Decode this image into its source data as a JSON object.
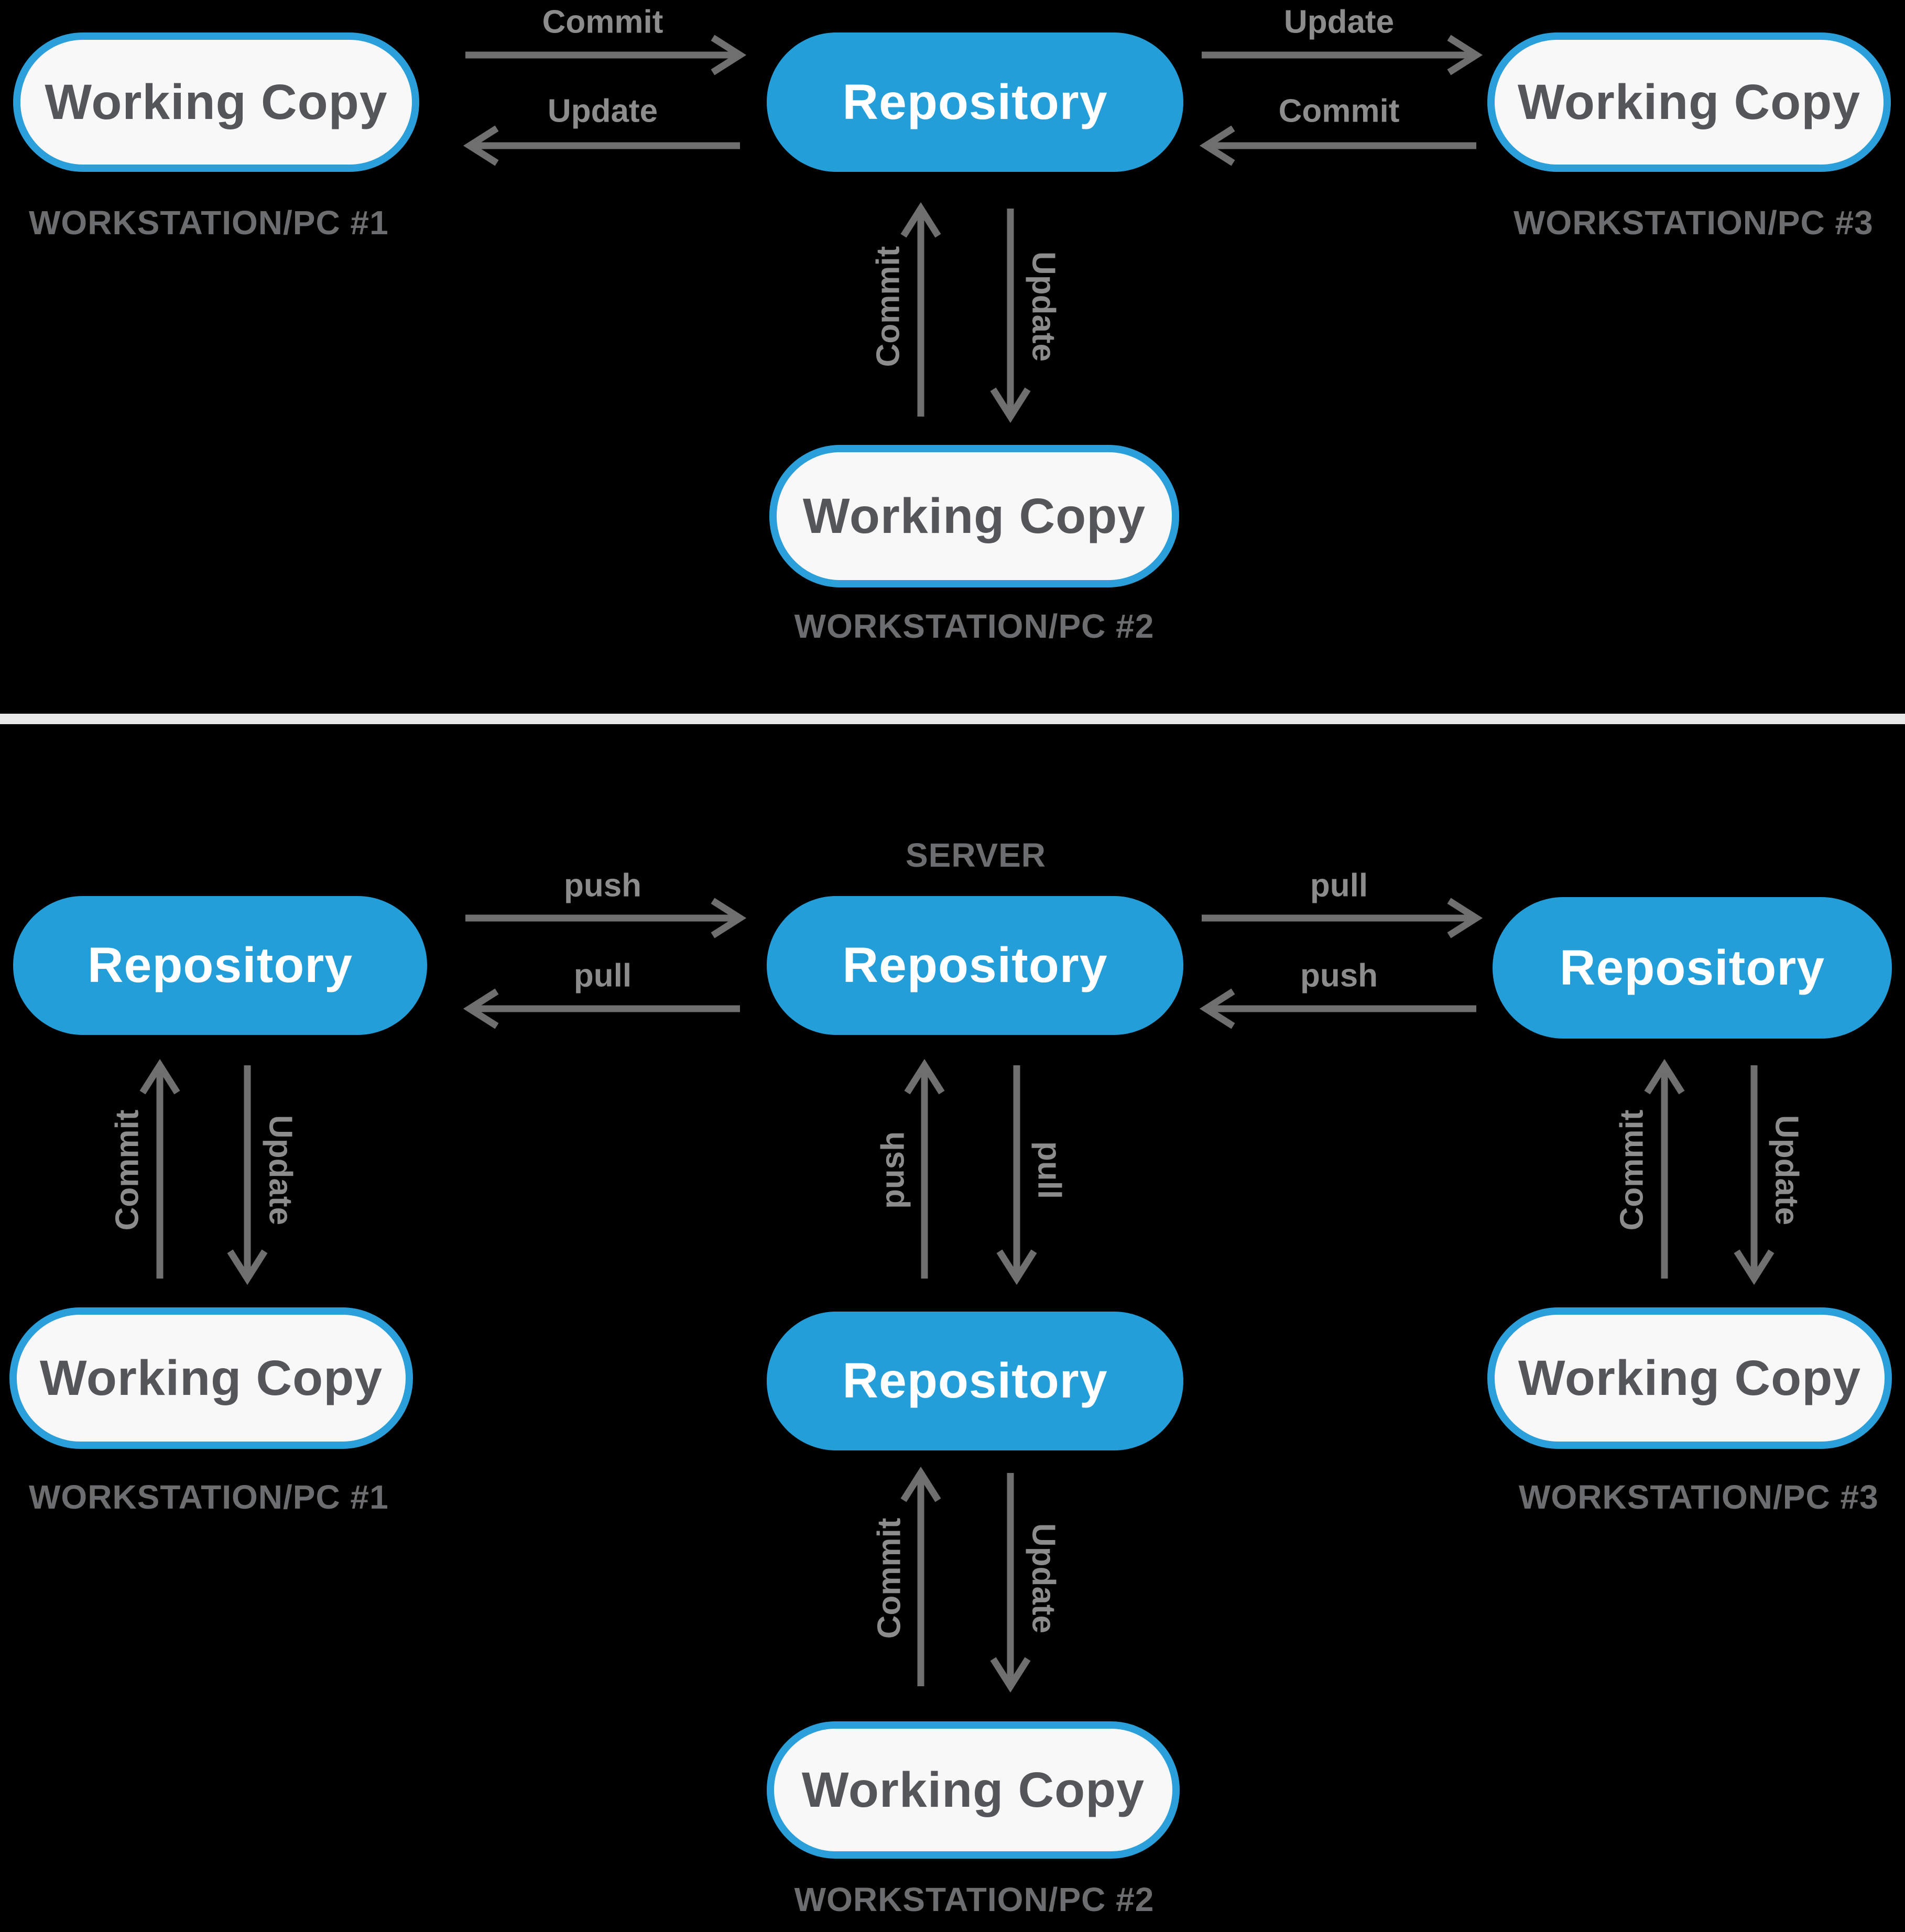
{
  "colors": {
    "background": "#000000",
    "node_blue": "#239ED9",
    "node_light_fill": "#F8F8F8",
    "node_border_blue": "#2B9FD9",
    "node_text_dark": "#55565A",
    "node_text_light": "#FFFFFF",
    "caption_gray": "#6C6D6F",
    "arrow_gray": "#6F6F6F",
    "arrow_label_gray": "#8C8C8C",
    "separator_light": "#E8E8E8"
  },
  "top_diagram": {
    "nodes": {
      "left": {
        "label": "Working Copy",
        "caption": "WORKSTATION/PC #1"
      },
      "center": {
        "label": "Repository"
      },
      "right": {
        "label": "Working Copy",
        "caption": "WORKSTATION/PC #3"
      },
      "bottom": {
        "label": "Working Copy",
        "caption": "WORKSTATION/PC #2"
      }
    },
    "arrows": {
      "left_to_center": "Commit",
      "center_to_left": "Update",
      "center_to_right": "Update",
      "right_to_center": "Commit",
      "bottom_up": "Commit",
      "center_down": "Update"
    }
  },
  "bottom_diagram": {
    "server_caption": "SERVER",
    "nodes": {
      "left_repo": {
        "label": "Repository"
      },
      "server_repo": {
        "label": "Repository"
      },
      "right_repo": {
        "label": "Repository"
      },
      "left_wc": {
        "label": "Working Copy",
        "caption": "WORKSTATION/PC #1"
      },
      "local_repo": {
        "label": "Repository"
      },
      "center_wc": {
        "label": "Working Copy",
        "caption": "WORKSTATION/PC #2"
      },
      "right_wc": {
        "label": "Working Copy",
        "caption": "WORKSTATION/PC #3"
      }
    },
    "arrows": {
      "left_to_server": "push",
      "server_to_left": "pull",
      "server_to_right": "pull",
      "right_to_server": "push",
      "left_up": "Commit",
      "left_down": "Update",
      "center_up": "push",
      "center_down": "pull",
      "right_up": "Commit",
      "right_down": "Update",
      "local_up": "Commit",
      "local_down": "Update"
    }
  }
}
